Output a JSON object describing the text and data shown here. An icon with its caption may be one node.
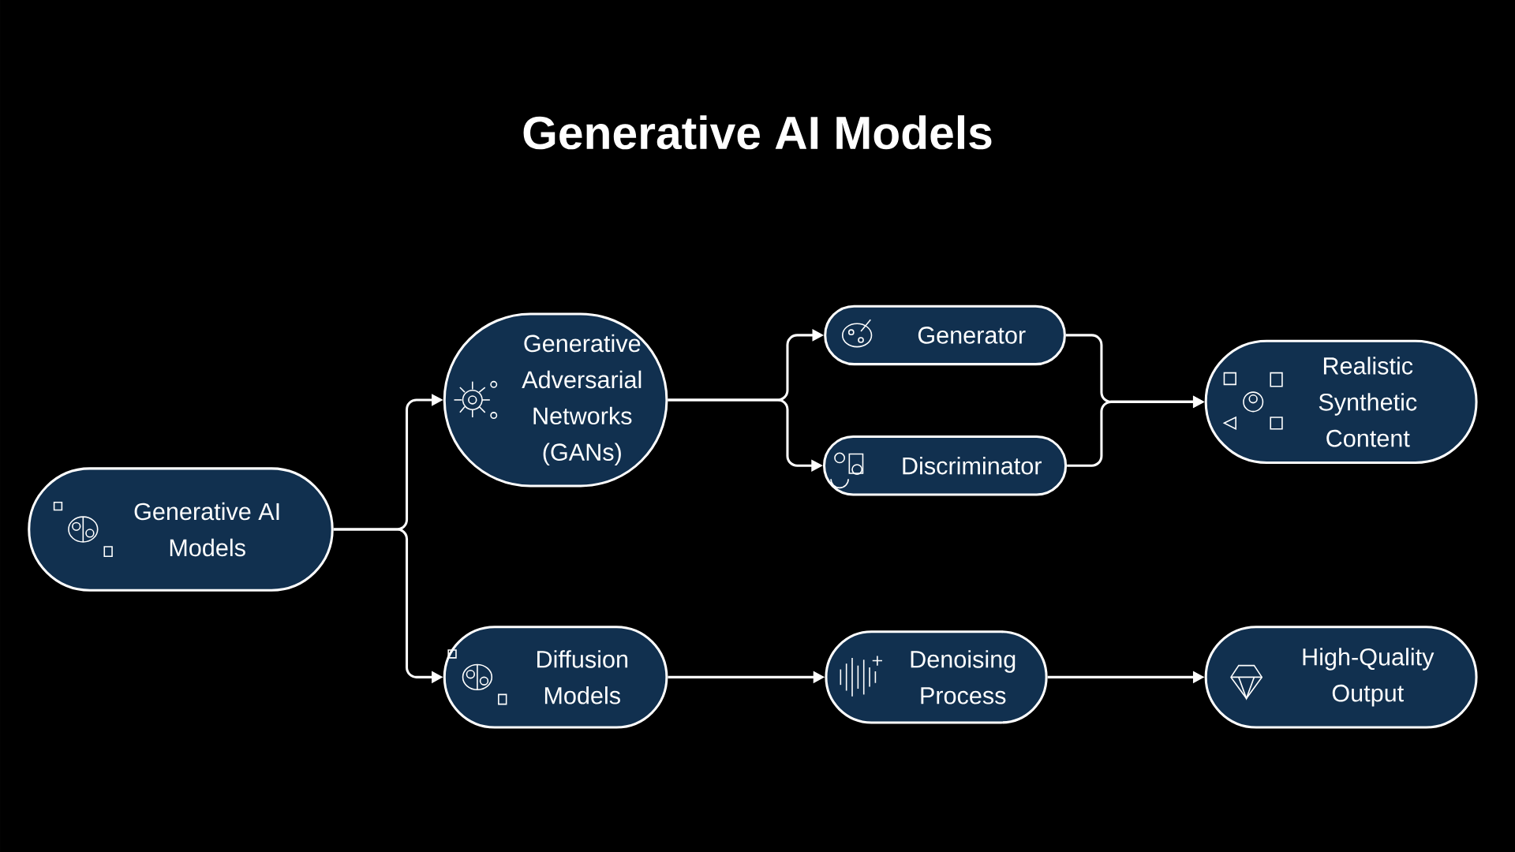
{
  "diagram": {
    "title": "Generative AI Models",
    "nodes": [
      {
        "text": [
          "Generative AI Models"
        ]
      },
      {
        "text": [
          "Generative Adversarial Networks (GANs)"
        ]
      },
      {
        "text": [
          "Diffusion Models"
        ]
      },
      {
        "text": [
          "Generator"
        ]
      },
      {
        "text": [
          "Discriminator"
        ]
      },
      {
        "text": [
          "Realistic Synthetic Content"
        ]
      },
      {
        "text": [
          "Denoising Process"
        ]
      },
      {
        "text": [
          "High-Quality Output"
        ]
      }
    ],
    "edges": [
      {
        "from": 0,
        "to": 1,
        "arrow": "to"
      },
      {
        "from": 0,
        "to": 2,
        "arrow": "to"
      },
      {
        "from": 1,
        "to": 3,
        "arrow": "to"
      },
      {
        "from": 1,
        "to": 4,
        "arrow": "to"
      },
      {
        "from": 3,
        "to": 5,
        "arrow": "to"
      },
      {
        "from": 4,
        "to": 5,
        "arrow": "to"
      },
      {
        "from": 2,
        "to": 6,
        "arrow": "to"
      },
      {
        "from": 6,
        "to": 7,
        "arrow": "to"
      }
    ]
  }
}
